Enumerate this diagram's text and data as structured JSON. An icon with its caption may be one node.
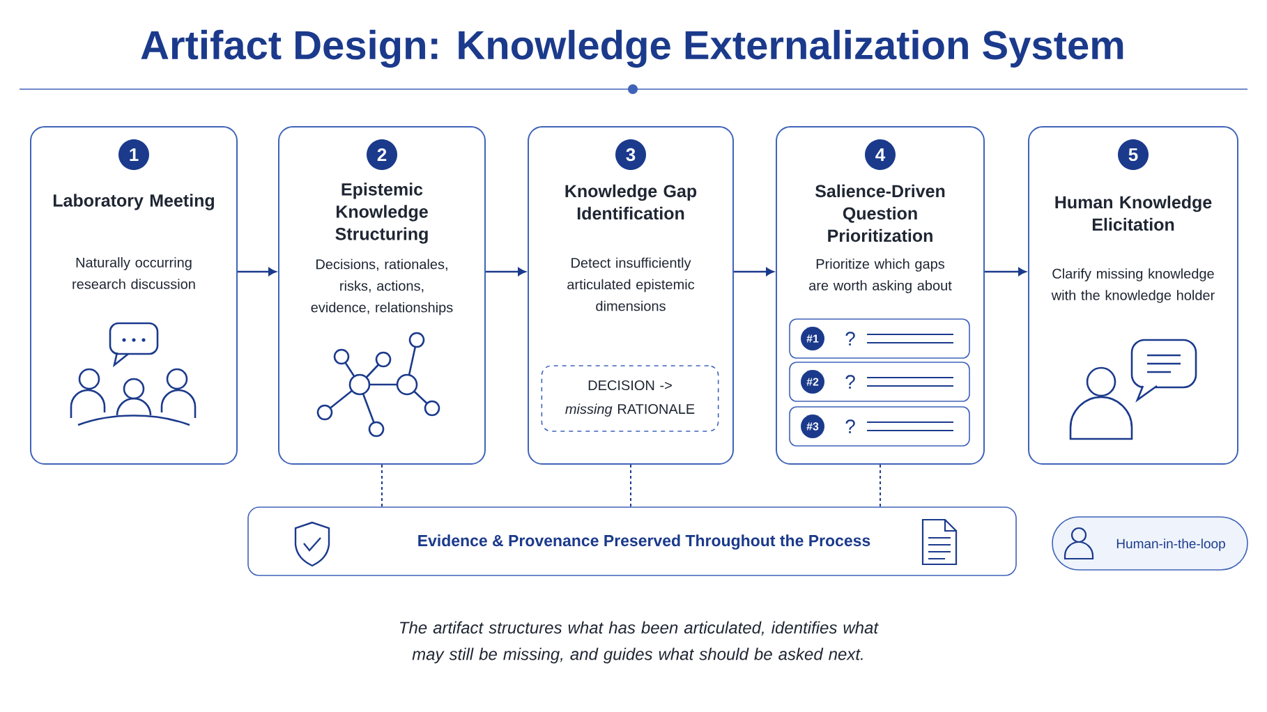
{
  "diagram": {
    "title": "Artifact Design: Knowledge Externalization System",
    "nodes": [
      {
        "text": [
          "1",
          "Laboratory Meeting",
          "Naturally occurring research discussion"
        ]
      },
      {
        "text": [
          "2",
          "Epistemic Knowledge Structuring",
          "Decisions, rationales, risks, actions, evidence, relationships"
        ]
      },
      {
        "text": [
          "3",
          "Knowledge Gap Identification",
          "Detect insufficiently articulated epistemic dimensions"
        ]
      },
      {
        "text": [
          "4",
          "Salience-Driven Question Prioritization",
          "Prioritize which gaps are worth asking about"
        ]
      },
      {
        "text": [
          "5",
          "Human Knowledge Elicitation",
          "Clarify missing knowledge with the knowledge holder"
        ]
      },
      {
        "text": [
          "DECISION -> *missing* RATIONALE"
        ],
        "in": 2
      },
      {
        "text": [
          "#1",
          "?"
        ],
        "in": 3
      },
      {
        "text": [
          "#2",
          "?"
        ],
        "in": 3
      },
      {
        "text": [
          "#3",
          "?"
        ],
        "in": 3
      },
      {
        "text": [
          "Evidence & Provenance Preserved Throughout the Process"
        ]
      },
      {
        "text": [
          "Human-in-the-loop"
        ]
      }
    ],
    "edges": [
      {
        "from": 0,
        "to": 1,
        "arrow": "to"
      },
      {
        "from": 1,
        "to": 2,
        "arrow": "to"
      },
      {
        "from": 2,
        "to": 3,
        "arrow": "to"
      },
      {
        "from": 3,
        "to": 4,
        "arrow": "to"
      },
      {
        "from": 1,
        "to": 9,
        "arrow": "none",
        "style": "dashed"
      },
      {
        "from": 2,
        "to": 9,
        "arrow": "none",
        "style": "dashed"
      },
      {
        "from": 3,
        "to": 9,
        "arrow": "none",
        "style": "dashed"
      }
    ],
    "caption": "The artifact structures what has been articulated, identifies what may still be missing, and guides what should be asked next."
  }
}
